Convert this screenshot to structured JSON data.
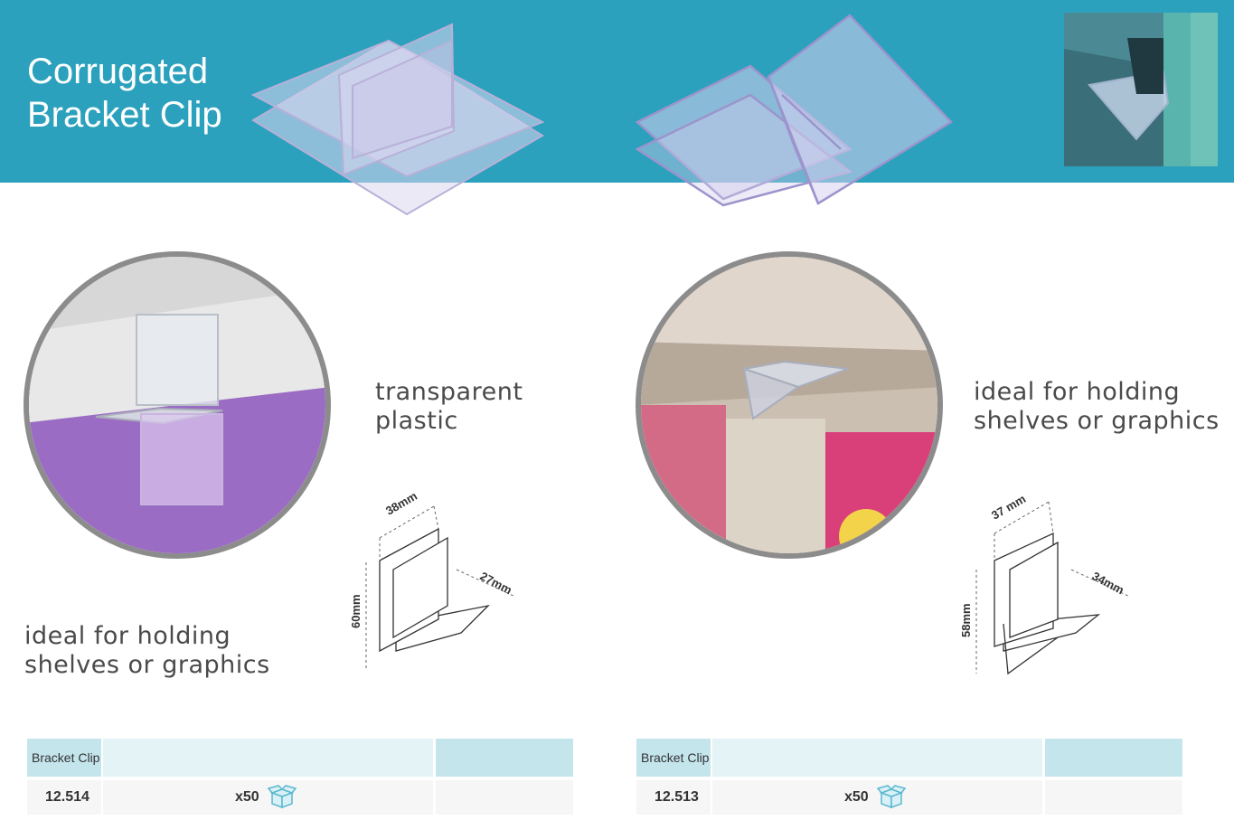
{
  "header": {
    "title": "Corrugated\nBracket Clip"
  },
  "left_product": {
    "caption_material": "transparent\nplastic",
    "caption_use": "ideal for holding\nshelves or graphics",
    "dimensions": {
      "width": "38mm",
      "depth": "27mm",
      "height": "60mm"
    },
    "table": {
      "header_label": "Bracket Clip",
      "code": "12.514",
      "quantity": "x50"
    }
  },
  "right_product": {
    "caption_use": "ideal for holding\nshelves or graphics",
    "dimensions": {
      "width": "37 mm",
      "depth": "34mm",
      "height": "58mm"
    },
    "table": {
      "header_label": "Bracket Clip",
      "code": "12.513",
      "quantity": "x50"
    }
  },
  "icons": {
    "package": "open-box-icon"
  },
  "colors": {
    "banner": "#2ca1bd",
    "table_header": "#c4e5ec",
    "circle_border": "#8c8c8c"
  }
}
